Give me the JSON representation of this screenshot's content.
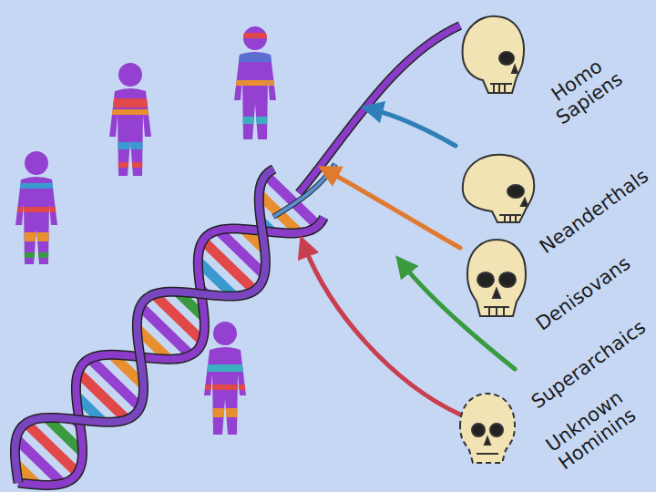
{
  "diagram": {
    "labels": [
      "Homo Sapiens",
      "Neanderthals",
      "Denisovans",
      "Superarchaics",
      "Unknown Hominins"
    ]
  }
}
